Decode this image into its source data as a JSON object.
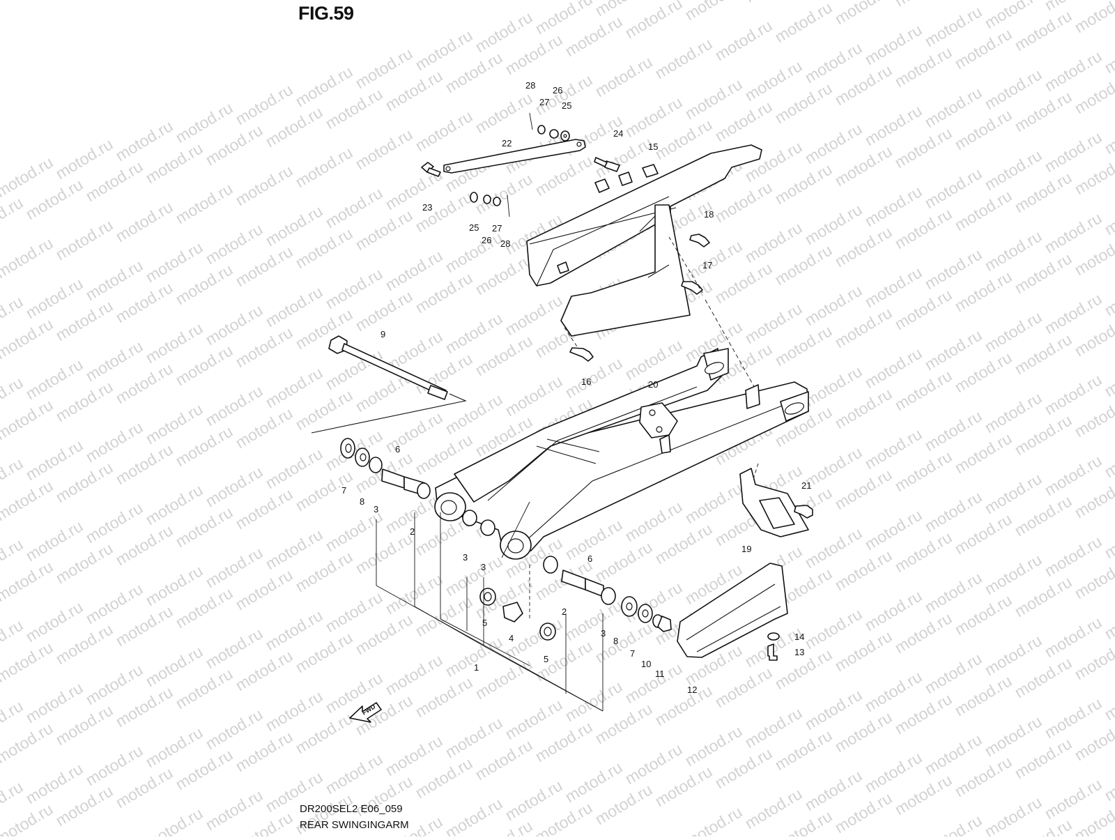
{
  "figure": {
    "title": "FIG.59",
    "model_code": "DR200SEL2 E06_059",
    "caption": "REAR SWINGINGARM",
    "watermark": "motod.ru",
    "direction_arrow": "FWD"
  },
  "callouts": [
    "28",
    "27",
    "26",
    "25",
    "22",
    "24",
    "15",
    "23",
    "25",
    "26",
    "27",
    "28",
    "18",
    "17",
    "9",
    "16",
    "20",
    "6",
    "7",
    "8",
    "3",
    "2",
    "21",
    "19",
    "3",
    "3",
    "6",
    "5",
    "4",
    "2",
    "3",
    "8",
    "7",
    "10",
    "11",
    "14",
    "13",
    "1",
    "5",
    "12"
  ]
}
